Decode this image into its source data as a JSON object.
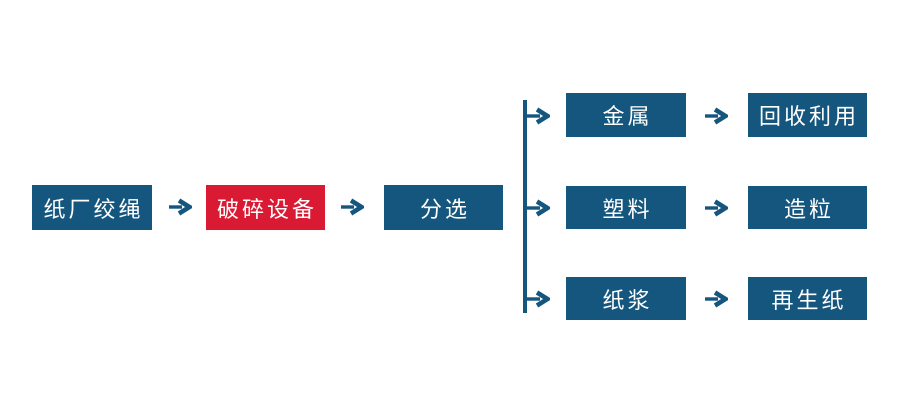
{
  "diagram": {
    "type": "flowchart",
    "direction": "left-to-right",
    "colors": {
      "node_blue": "#15567E",
      "node_red": "#DA1A32",
      "arrow_blue": "#15567E",
      "label_text": "#FFFFFF",
      "background": "#FFFFFF"
    },
    "main_flow": [
      {
        "label": "纸厂绞绳",
        "style": "blue"
      },
      {
        "label": "破碎设备",
        "style": "red"
      },
      {
        "label": "分选",
        "style": "blue"
      }
    ],
    "branches": [
      {
        "output": {
          "label": "金属"
        },
        "result": {
          "label": "回收利用"
        }
      },
      {
        "output": {
          "label": "塑料"
        },
        "result": {
          "label": "造粒"
        }
      },
      {
        "output": {
          "label": "纸浆"
        },
        "result": {
          "label": "再生纸"
        }
      }
    ]
  }
}
